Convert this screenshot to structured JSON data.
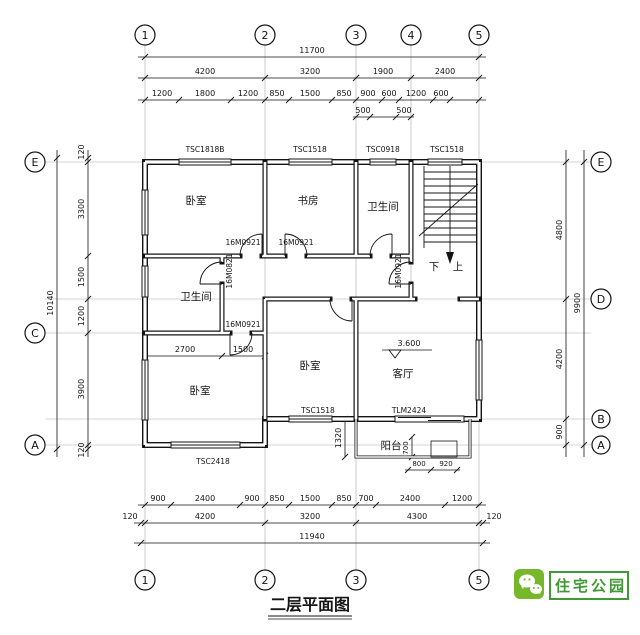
{
  "title": {
    "text": "二层平面图"
  },
  "watermark": {
    "brand": "住宅公园"
  },
  "axis": {
    "top": [
      "1",
      "2",
      "3",
      "4",
      "5"
    ],
    "bottom": [
      "1",
      "2",
      "3",
      "5"
    ],
    "left": [
      "E",
      "C",
      "A"
    ],
    "right": [
      "E",
      "D",
      "B",
      "A"
    ]
  },
  "dims": {
    "top_total": "11700",
    "top_major": [
      "4200",
      "3200",
      "1900",
      "2400"
    ],
    "top_minor": [
      "1200",
      "1800",
      "1200",
      "850",
      "1500",
      "850",
      "900",
      "600",
      "1200",
      "600"
    ],
    "top_sub": [
      "500",
      "500"
    ],
    "left_total": "10140",
    "left_segs": [
      "120",
      "3300",
      "1500",
      "1200",
      "3900",
      "120"
    ],
    "right_segs": [
      "4800",
      "4200",
      "900"
    ],
    "right_total": "9900",
    "bottom_minor": [
      "900",
      "2400",
      "900",
      "850",
      "1500",
      "850",
      "700",
      "2400",
      "1200"
    ],
    "bottom_major": [
      "120",
      "4200",
      "3200",
      "4300",
      "120"
    ],
    "bottom_total": "11940",
    "room_2700": "2700",
    "room_1500": "1500",
    "balcony_1320": "1320",
    "balcony_700": "700",
    "balcony_800": "800",
    "balcony_920": "920"
  },
  "rooms": {
    "bedroom_tl": "卧室",
    "study": "书房",
    "bath_top": "卫生间",
    "bath_left": "卫生间",
    "bedroom_mid": "卧室",
    "living": "客厅",
    "bedroom_bl": "卧室",
    "balcony": "阳台"
  },
  "stairs": {
    "down": "下",
    "up": "上"
  },
  "level": "3.600",
  "tags": {
    "win_top_1": "TSC1818B",
    "win_top_2": "TSC1518",
    "win_top_3": "TSC0918",
    "win_top_4": "TSC1518",
    "door_1": "16M0921",
    "door_2": "16M0921",
    "door_3": "16M0821",
    "door_4": "16M0921",
    "door_5": "16M0921",
    "win_b": "TSC1518",
    "slider": "TLM2424",
    "win_a": "TSC2418"
  }
}
